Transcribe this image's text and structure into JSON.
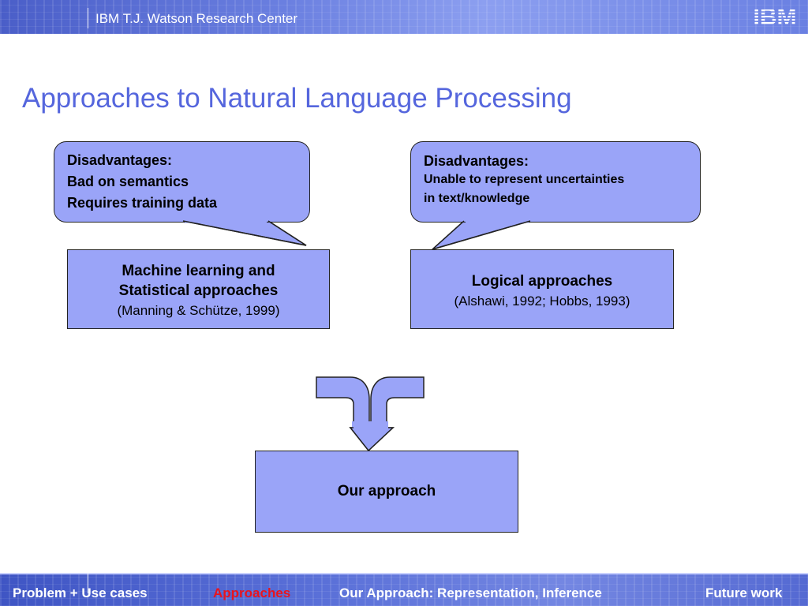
{
  "header": {
    "org_name": "IBM T.J. Watson Research Center",
    "logo_text": "IBM"
  },
  "slide": {
    "title": "Approaches to Natural Language Processing"
  },
  "callouts": {
    "left": {
      "heading": "Disadvantages:",
      "lines": [
        "Bad on semantics",
        "Requires training data"
      ]
    },
    "right": {
      "heading": "Disadvantages:",
      "lines": [
        "Unable to represent uncertainties",
        "in text/knowledge"
      ]
    }
  },
  "boxes": {
    "ml": {
      "title_line1": "Machine learning and",
      "title_line2": "Statistical approaches",
      "citation": "(Manning & Schütze, 1999)"
    },
    "logical": {
      "title": "Logical approaches",
      "citation": "(Alshawi, 1992; Hobbs, 1993)"
    },
    "ours": {
      "title": "Our approach"
    }
  },
  "nav": {
    "items": [
      {
        "label": "Problem + Use cases",
        "active": false
      },
      {
        "label": "Approaches",
        "active": true
      },
      {
        "label": "Our Approach: Representation, Inference",
        "active": false
      },
      {
        "label": "Future work",
        "active": false
      }
    ]
  },
  "colors": {
    "box_fill": "#9aa4f8",
    "title": "#5566dd",
    "nav_active": "#e8141e",
    "header_blue": "#5a70d8"
  }
}
